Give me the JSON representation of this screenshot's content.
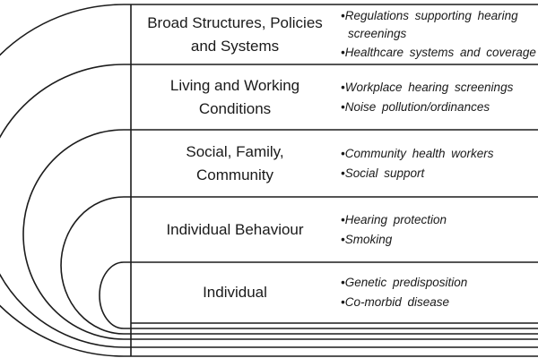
{
  "diagram": {
    "bullet_marker": "•",
    "colors": {
      "line": "#1c1c1c",
      "text": "#1a1a1a",
      "background": "#ffffff"
    },
    "rows": [
      {
        "label": "Broad Structures, Policies\nand Systems",
        "bullets": [
          "Regulations supporting hearing screenings",
          "Healthcare systems and coverage"
        ]
      },
      {
        "label": "Living and Working\nConditions",
        "bullets": [
          "Workplace hearing screenings",
          "Noise pollution/ordinances"
        ]
      },
      {
        "label": "Social, Family,\nCommunity",
        "bullets": [
          "Community health workers",
          "Social support"
        ]
      },
      {
        "label": "Individual Behaviour",
        "bullets": [
          "Hearing protection",
          "Smoking"
        ]
      },
      {
        "label": "Individual",
        "bullets": [
          "Genetic predisposition",
          "Co-morbid disease"
        ]
      }
    ]
  }
}
